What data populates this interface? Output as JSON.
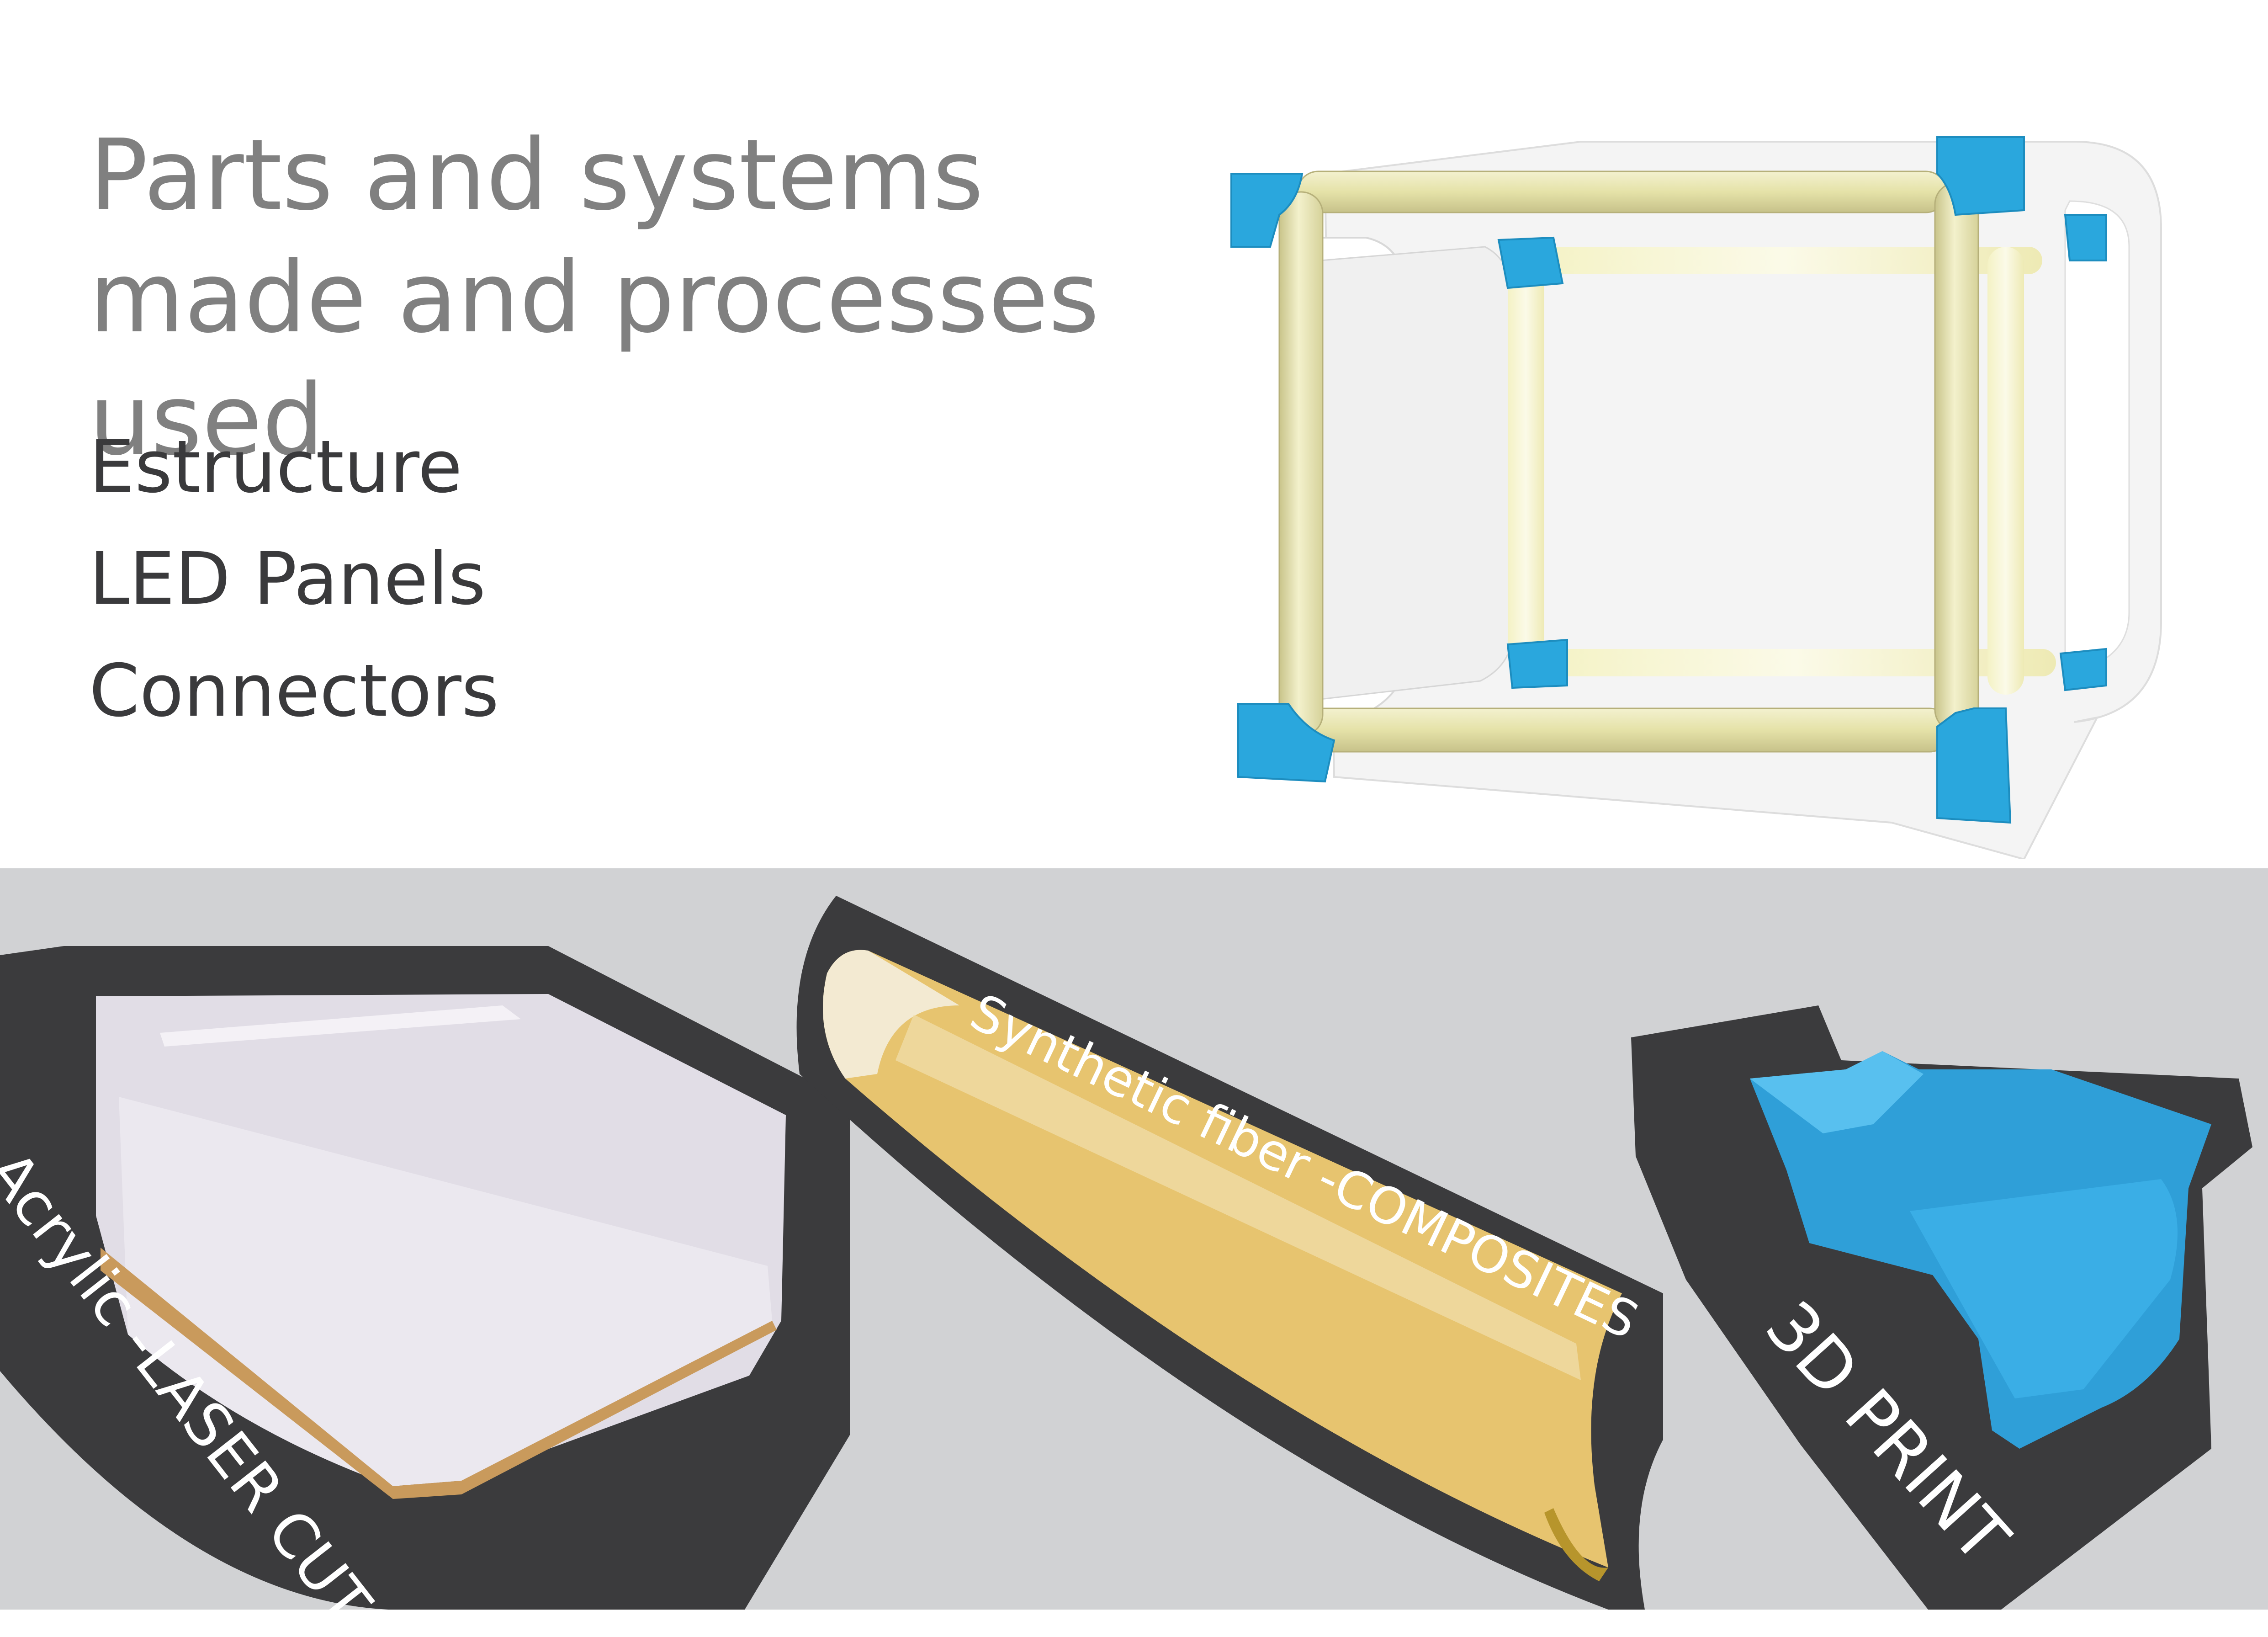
{
  "title": "Parts and systems made and processes used",
  "parts": [
    "Estructure",
    "LED Panels",
    "Connectors"
  ],
  "processes": {
    "laser": "Acrylic -LASER CUT",
    "composites": "Synthetic fiber -COMPOSITES",
    "print": "3D PRINT"
  },
  "colors": {
    "title": "#808080",
    "list_text": "#3a3a3c",
    "band": "#d1d2d4",
    "dark_frame": "#3b3b3d",
    "connector_blue": "#2aa7dd",
    "tube_yellow": "#e9e7b2",
    "label_text": "#ffffff"
  }
}
